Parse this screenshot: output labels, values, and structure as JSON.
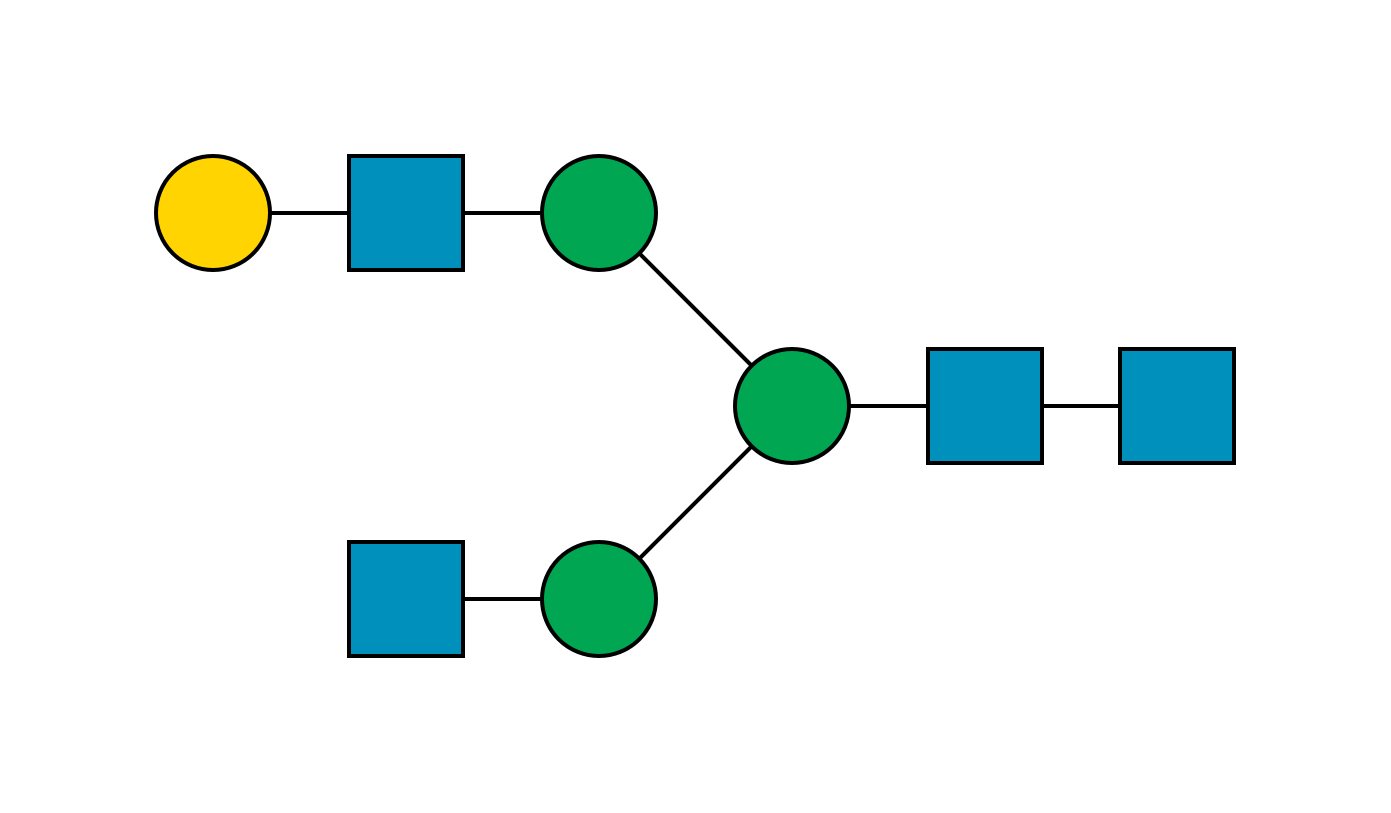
{
  "glycan": {
    "colors": {
      "galactose": "#FFD400",
      "n_acetylglucosamine": "#0090BC",
      "mannose": "#00A651",
      "outline": "#000000",
      "background": "#FFFFFF"
    },
    "residues": [
      {
        "id": "gal-1",
        "type": "galactose",
        "shape": "circle",
        "icon": "yellow-circle"
      },
      {
        "id": "glcnac-1",
        "type": "n_acetylglucosamine",
        "shape": "square",
        "icon": "blue-square"
      },
      {
        "id": "man-upper",
        "type": "mannose",
        "shape": "circle",
        "icon": "green-circle"
      },
      {
        "id": "man-core",
        "type": "mannose",
        "shape": "circle",
        "icon": "green-circle"
      },
      {
        "id": "glcnac-core-1",
        "type": "n_acetylglucosamine",
        "shape": "square",
        "icon": "blue-square"
      },
      {
        "id": "glcnac-core-2",
        "type": "n_acetylglucosamine",
        "shape": "square",
        "icon": "blue-square"
      },
      {
        "id": "glcnac-2",
        "type": "n_acetylglucosamine",
        "shape": "square",
        "icon": "blue-square"
      },
      {
        "id": "man-lower",
        "type": "mannose",
        "shape": "circle",
        "icon": "green-circle"
      }
    ],
    "linkages": [
      {
        "from": "gal-1",
        "to": "glcnac-1"
      },
      {
        "from": "glcnac-1",
        "to": "man-upper"
      },
      {
        "from": "man-upper",
        "to": "man-core"
      },
      {
        "from": "glcnac-2",
        "to": "man-lower"
      },
      {
        "from": "man-lower",
        "to": "man-core"
      },
      {
        "from": "man-core",
        "to": "glcnac-core-1"
      },
      {
        "from": "glcnac-core-1",
        "to": "glcnac-core-2"
      }
    ]
  }
}
